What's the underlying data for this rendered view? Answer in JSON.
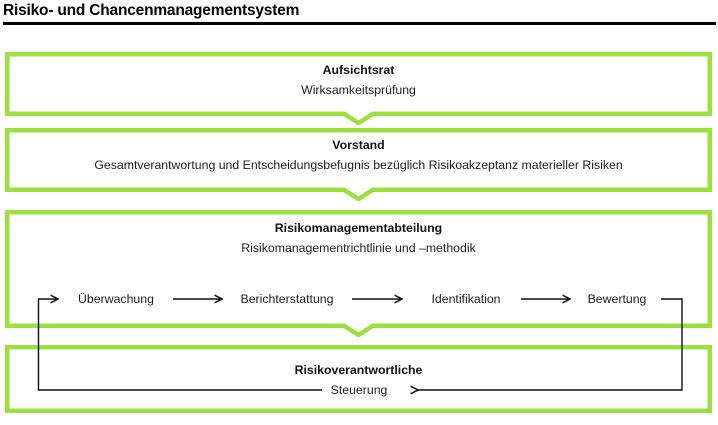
{
  "page": {
    "title": "Risiko- und Chancenmanagementsystem",
    "accent_color": "#9BE03F",
    "rule_color": "#000000",
    "text_color": "#1d1d1d",
    "arrow_color": "#111111",
    "background": "#ffffff"
  },
  "levels": [
    {
      "id": "aufsichtsrat",
      "title": "Aufsichtsrat",
      "subtitle": "Wirksamkeitsprüfung"
    },
    {
      "id": "vorstand",
      "title": "Vorstand",
      "subtitle": "Gesamtverantwortung und Entscheidungsbefugnis bezüglich Risikoakzeptanz materieller Risiken"
    },
    {
      "id": "risikomanagementabteilung",
      "title": "Risikomanagementabteilung",
      "subtitle": "Risikomanagementrichtlinie und –methodik"
    },
    {
      "id": "risikoverantwortliche",
      "title": "Risikoverantwortliche",
      "subtitle": ""
    }
  ],
  "process_flow": {
    "steps": [
      {
        "id": "ueberwachung",
        "label": "Überwachung"
      },
      {
        "id": "berichterstattung",
        "label": "Berichterstattung"
      },
      {
        "id": "identifikation",
        "label": "Identifikation"
      },
      {
        "id": "bewertung",
        "label": "Bewertung"
      }
    ],
    "return_label": "Steuerung",
    "direction": "right-to-left-return-loop"
  }
}
